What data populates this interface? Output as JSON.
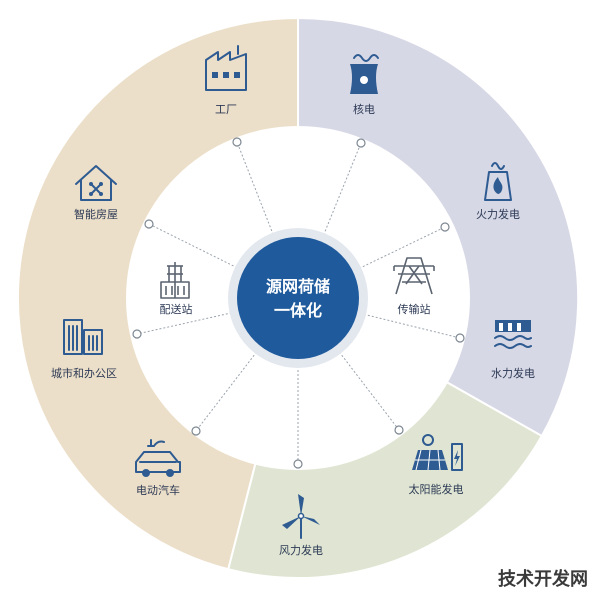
{
  "center": {
    "line1": "源网荷储",
    "line2": "一体化"
  },
  "inner_nodes": [
    {
      "label": "配送站",
      "icon": "substation-icon"
    },
    {
      "label": "传输站",
      "icon": "transmission-tower-icon"
    }
  ],
  "outer_items": [
    {
      "label": "工厂",
      "icon": "factory-icon"
    },
    {
      "label": "核电",
      "icon": "nuclear-plant-icon"
    },
    {
      "label": "火力发电",
      "icon": "thermal-power-icon"
    },
    {
      "label": "水力发电",
      "icon": "hydro-power-icon"
    },
    {
      "label": "太阳能发电",
      "icon": "solar-panel-icon"
    },
    {
      "label": "风力发电",
      "icon": "wind-turbine-icon"
    },
    {
      "label": "电动汽车",
      "icon": "electric-car-icon"
    },
    {
      "label": "城市和办公区",
      "icon": "city-buildings-icon"
    },
    {
      "label": "智能房屋",
      "icon": "smart-home-icon"
    }
  ],
  "colors": {
    "load_sector": "#ecdfc9",
    "source_sector": "#d7d8e6",
    "storage_sector": "#dfe5d2",
    "center_fill": "#1f5a9c",
    "center_ring": "#e3e8ef",
    "icon_blue": "#2e5b92"
  },
  "watermark": "技术开发网"
}
